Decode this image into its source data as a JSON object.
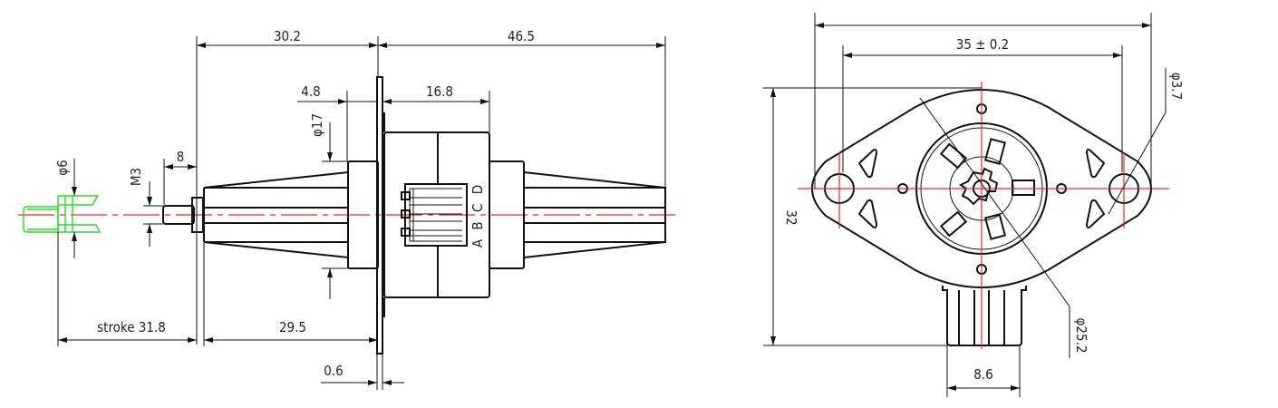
{
  "side_view": {
    "dims": {
      "overall_left": "30.2",
      "overall_right": "46.5",
      "boss_length": "4.8",
      "body_length": "16.8",
      "boss_diameter": "φ17",
      "thread_length": "8",
      "thread": "M3",
      "slider_diameter": "φ6",
      "stroke": "stroke 31.8",
      "shaft_length": "29.5",
      "flange_thickness": "0.6"
    },
    "terminal_labels": "A B C D"
  },
  "front_view": {
    "dims": {
      "mount_hole_spacing": "35 ± 0.2",
      "height": "32",
      "connector_width": "8.6",
      "body_diameter": "φ25.2",
      "hole_diameter": "φ3.7"
    }
  },
  "colors": {
    "centerline": "#e8262a",
    "slider": "#22dd22",
    "line": "#111111"
  }
}
